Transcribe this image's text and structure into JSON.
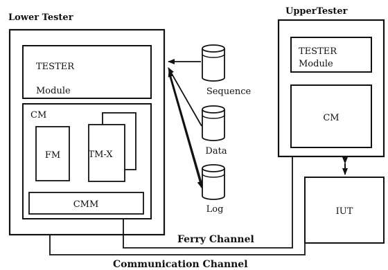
{
  "lower_tester": {
    "title": "Lower Tester",
    "tester_label": "TESTER",
    "module_label": "Module",
    "cm_label": "CM",
    "fm_label": "FM",
    "tmx_label": "TM-X",
    "cmm_label": "CMM"
  },
  "databases": {
    "sequence": "Sequence",
    "data": "Data",
    "log": "Log"
  },
  "upper_tester": {
    "title": "UpperTester",
    "tester_label": "TESTER",
    "module_label": "Module",
    "cm_label": "CM"
  },
  "iut_label": "IUT",
  "channels": {
    "ferry": "Ferry Channel",
    "communication": "Communication Channel"
  }
}
